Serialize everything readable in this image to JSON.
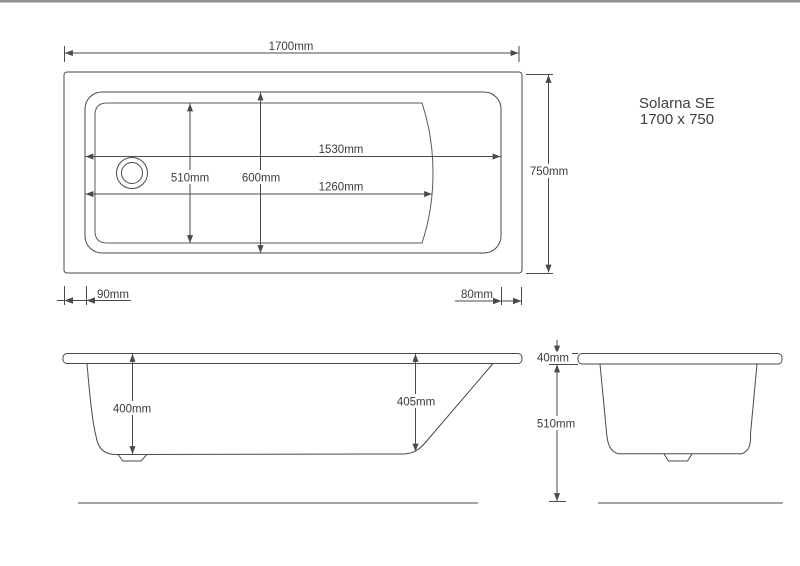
{
  "title": {
    "name": "Solarna SE",
    "size": "1700 x 750"
  },
  "views": {
    "plan": {
      "label": "plan-view-of-bath",
      "dims": {
        "overall_length": "1700mm",
        "overall_width": "750mm",
        "rim_length": "1530mm",
        "floor_length": "1260mm",
        "rim_width": "600mm",
        "floor_width": "510mm",
        "left_deck": "90mm",
        "right_deck": "80mm"
      }
    },
    "side": {
      "label": "side-elevation-of-bath",
      "dims": {
        "depth_left": "400mm",
        "depth_right": "405mm"
      }
    },
    "end": {
      "label": "end-elevation-of-bath",
      "dims": {
        "rim_height": "40mm",
        "total_height": "510mm"
      }
    }
  },
  "colors": {
    "line": "#4a4a4a",
    "text": "#3b3b3b",
    "top_border": "#8f8f8f",
    "background": "#ffffff"
  }
}
